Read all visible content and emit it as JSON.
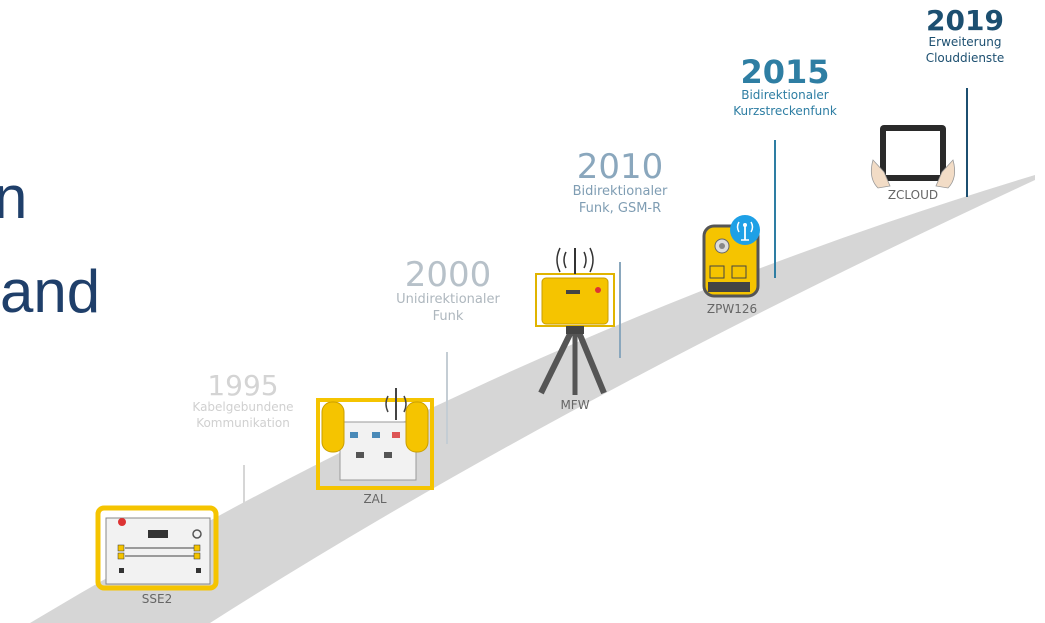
{
  "heading": {
    "line1": "n",
    "line2": "and"
  },
  "milestones": [
    {
      "year": "1995",
      "desc1": "Kabelgebundene",
      "desc2": "Kommunikation",
      "color": "#d4d4d4"
    },
    {
      "year": "2000",
      "desc1": "Unidirektionaler",
      "desc2": "Funk",
      "color": "#b7c1c9"
    },
    {
      "year": "2010",
      "desc1": "Bidirektionaler",
      "desc2": "Funk, GSM-R",
      "color": "#8aa7bd"
    },
    {
      "year": "2015",
      "desc1": "Bidirektionaler",
      "desc2": "Kurzstreckenfunk",
      "color": "#2e7ea3"
    },
    {
      "year": "2019",
      "desc1": "Erweiterung",
      "desc2": "Clouddienste",
      "color": "#1c4f70"
    }
  ],
  "devices": {
    "sse2": "SSE2",
    "zal": "ZAL",
    "mfw": "MFW",
    "zpw126": "ZPW126",
    "zcloud": "ZCLOUD"
  },
  "colors": {
    "road": "#d6d6d6",
    "device_yellow": "#f5c400",
    "heading": "#1f3f6a",
    "signal_badge": "#1ea0e6"
  }
}
